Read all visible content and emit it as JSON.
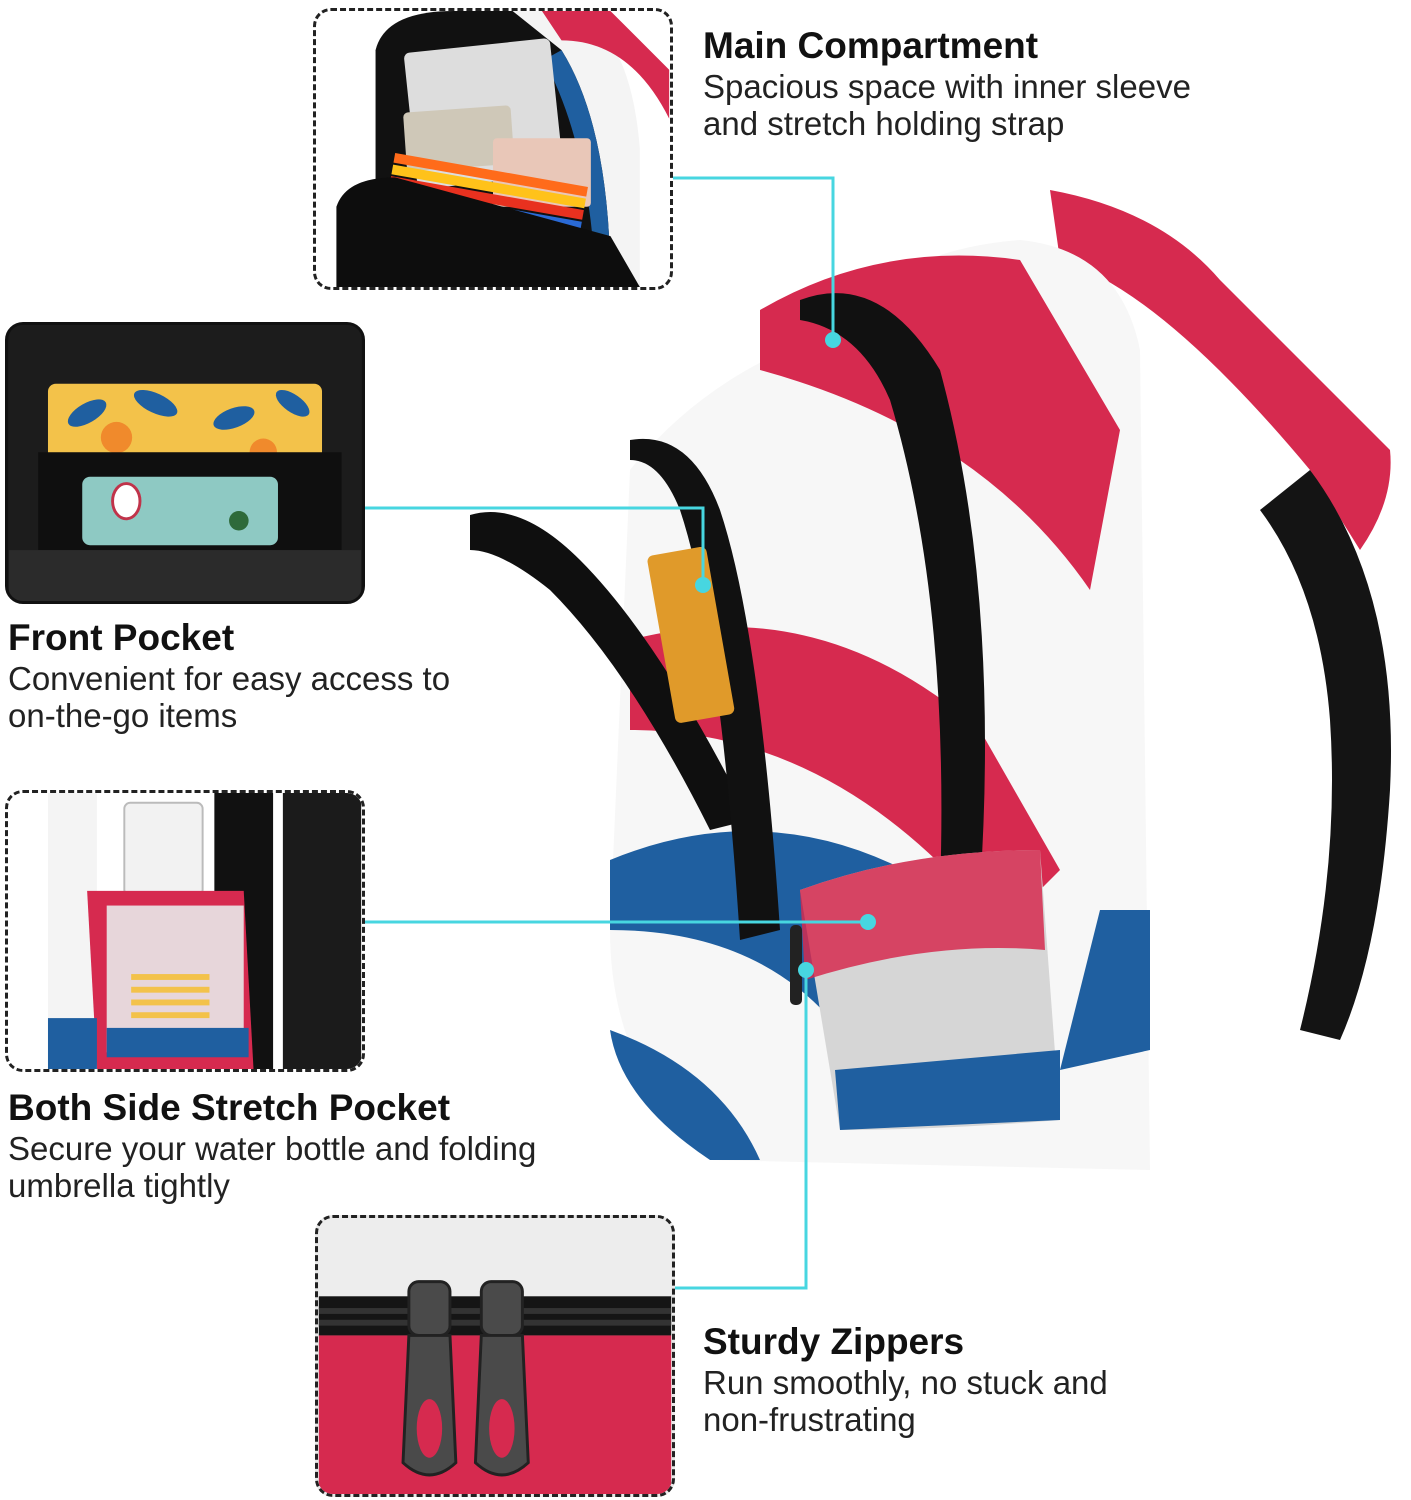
{
  "colors": {
    "flag_red": "#d62a4f",
    "flag_blue": "#1f5fa0",
    "flag_white": "#f7f7f7",
    "strap_black": "#141414",
    "leader_line": "#47d6e0"
  },
  "features": [
    {
      "id": "main-compartment",
      "title": "Main Compartment",
      "description": "Spacious space with inner sleeve\nand stretch holding strap"
    },
    {
      "id": "front-pocket",
      "title": "Front Pocket",
      "description": "Convenient for easy access to\non-the-go items"
    },
    {
      "id": "side-pocket",
      "title": "Both Side Stretch Pocket",
      "description": "Secure your water bottle and folding\numbrella tightly"
    },
    {
      "id": "zippers",
      "title": "Sturdy Zippers",
      "description": "Run smoothly, no stuck and\nnon-frustrating"
    }
  ]
}
